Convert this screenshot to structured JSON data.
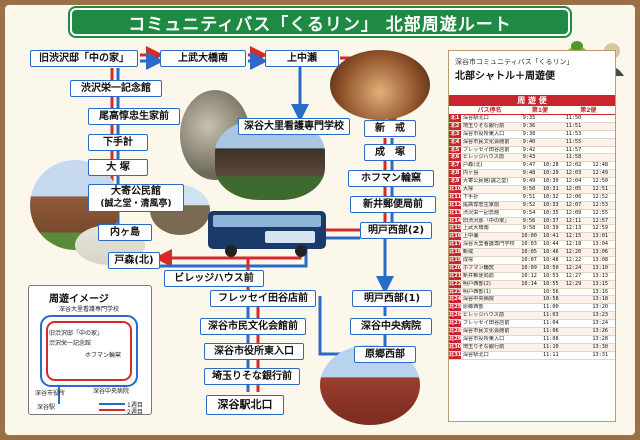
{
  "title": "コミュニティバス「くるリン」 北部周遊ルート",
  "stops": {
    "naka_no_ie": "旧渋沢邸「中の家」",
    "kamimusashi": "上武大橋南",
    "kaminakase": "上中瀬",
    "eiichi_kinenkan": "渋沢栄一記念館",
    "odaka_seika": "尾高惇忠生家前",
    "shimo_tebaka": "下手計",
    "otsuka": "大 塚",
    "oyori": "大寄公民館\n(誠之堂・清風亭)",
    "oyori_l1": "大寄公民館",
    "oyori_l2": "(誠之堂・清風亭)",
    "uchigashima": "内ヶ島",
    "tomori_kita": "戸森(北)",
    "village_house": "ビレッジハウス前",
    "kango": "深谷大里看護専門学校",
    "shinkai": "新　戒",
    "seito": "成　塚",
    "hoffman": "ホフマン輪窯",
    "niiarai_post": "新井郵便局前",
    "meido_nishi2": "明戸西部(2)",
    "meido_nishi1": "明戸西部(1)",
    "fressay": "フレッセイ田谷店前",
    "bunka_kaikan": "深谷市民文化会館前",
    "shiyakusho": "深谷市役所東入口",
    "saitama_resona": "埼玉りそな銀行前",
    "fukaya_kita": "深谷駅北口",
    "fukaya_chuo": "深谷中央病院",
    "harago": "原郷西部"
  },
  "legend": {
    "title": "周遊イメージ",
    "kango": "深谷大里看護専門学校",
    "naka": "旧渋沢邸「中の家」",
    "kinen": "渋沢栄一記念館",
    "hoffman": "ホフマン輪窯",
    "shiyakusho": "深谷市役所",
    "byoin": "深谷中央病院",
    "eki": "深谷駅",
    "bin1": "1週目",
    "bin2": "2週目"
  },
  "timetable": {
    "subtitle": "深谷市コミュニティバス「くるリン」",
    "heading": "北部シャトル＋周遊便",
    "bar": "周 遊 便",
    "col_stop": "バス停名",
    "col_first": "第1便",
    "col_second": "第2便",
    "rows": [
      {
        "n": "北1",
        "name": "深谷駅北口",
        "a": "9:35",
        "b": "",
        "c": "11:50",
        "d": ""
      },
      {
        "n": "北2",
        "name": "埼玉りそな銀行前",
        "a": "9:36",
        "b": "",
        "c": "11:51",
        "d": ""
      },
      {
        "n": "北3",
        "name": "深谷市役所東入口",
        "a": "9:38",
        "b": "",
        "c": "11:53",
        "d": ""
      },
      {
        "n": "北4",
        "name": "深谷市民文化会館前",
        "a": "9:40",
        "b": "",
        "c": "11:55",
        "d": ""
      },
      {
        "n": "北5",
        "name": "フレッセイ田谷店前",
        "a": "9:42",
        "b": "",
        "c": "11:57",
        "d": ""
      },
      {
        "n": "北6",
        "name": "ビレッジハウス前",
        "a": "9:43",
        "b": "",
        "c": "11:58",
        "d": ""
      },
      {
        "n": "北7",
        "name": "戸森(北)",
        "a": "9:47",
        "b": "10:28",
        "c": "12:02",
        "d": "12:48"
      },
      {
        "n": "北8",
        "name": "内ヶ島",
        "a": "9:48",
        "b": "10:29",
        "c": "12:03",
        "d": "12:49"
      },
      {
        "n": "北9",
        "name": "大寄公民館(誠之堂)",
        "a": "9:49",
        "b": "10:30",
        "c": "12:04",
        "d": "12:50"
      },
      {
        "n": "北10",
        "name": "大塚",
        "a": "9:50",
        "b": "10:31",
        "c": "12:05",
        "d": "12:51"
      },
      {
        "n": "北11",
        "name": "下手計",
        "a": "9:51",
        "b": "10:32",
        "c": "12:06",
        "d": "12:52"
      },
      {
        "n": "北12",
        "name": "尾高惇忠生家前",
        "a": "9:52",
        "b": "10:33",
        "c": "12:07",
        "d": "12:53"
      },
      {
        "n": "北13",
        "name": "渋沢栄一記念館",
        "a": "9:54",
        "b": "10:35",
        "c": "12:09",
        "d": "12:55"
      },
      {
        "n": "北14",
        "name": "旧渋沢邸「中の家」",
        "a": "9:56",
        "b": "10:37",
        "c": "12:11",
        "d": "12:57"
      },
      {
        "n": "北15",
        "name": "上武大橋南",
        "a": "9:58",
        "b": "10:39",
        "c": "12:13",
        "d": "12:59"
      },
      {
        "n": "北16",
        "name": "上中瀬",
        "a": "10:00",
        "b": "10:41",
        "c": "12:15",
        "d": "13:01"
      },
      {
        "n": "北17",
        "name": "深谷大里看護専門学校",
        "a": "10:03",
        "b": "10:44",
        "c": "12:18",
        "d": "13:04"
      },
      {
        "n": "北18",
        "name": "新戒",
        "a": "10:05",
        "b": "10:46",
        "c": "12:20",
        "d": "13:06"
      },
      {
        "n": "北19",
        "name": "成塚",
        "a": "10:07",
        "b": "10:48",
        "c": "12:22",
        "d": "13:08"
      },
      {
        "n": "北20",
        "name": "ホフマン輪窯",
        "a": "10:09",
        "b": "10:50",
        "c": "12:24",
        "d": "13:10"
      },
      {
        "n": "北21",
        "name": "新井郵便局前",
        "a": "10:12",
        "b": "10:53",
        "c": "12:27",
        "d": "13:13"
      },
      {
        "n": "北22",
        "name": "明戸西部(2)",
        "a": "10:14",
        "b": "10:55",
        "c": "12:29",
        "d": "13:15"
      },
      {
        "n": "北23",
        "name": "明戸西部(1)",
        "a": "",
        "b": "10:56",
        "c": "",
        "d": "13:16"
      },
      {
        "n": "北24",
        "name": "深谷中央病院",
        "a": "",
        "b": "10:58",
        "c": "",
        "d": "13:18"
      },
      {
        "n": "北25",
        "name": "原郷西部",
        "a": "",
        "b": "11:00",
        "c": "",
        "d": "13:20"
      },
      {
        "n": "北26",
        "name": "ビレッジハウス前",
        "a": "",
        "b": "11:03",
        "c": "",
        "d": "13:23"
      },
      {
        "n": "北27",
        "name": "フレッセイ田谷店前",
        "a": "",
        "b": "11:04",
        "c": "",
        "d": "13:24"
      },
      {
        "n": "北28",
        "name": "深谷市民文化会館前",
        "a": "",
        "b": "11:06",
        "c": "",
        "d": "13:26"
      },
      {
        "n": "北29",
        "name": "深谷市役所東入口",
        "a": "",
        "b": "11:08",
        "c": "",
        "d": "13:28"
      },
      {
        "n": "北30",
        "name": "埼玉りそな銀行前",
        "a": "",
        "b": "11:10",
        "c": "",
        "d": "13:30"
      },
      {
        "n": "北31",
        "name": "深谷駅北口",
        "a": "",
        "b": "11:11",
        "c": "",
        "d": "13:31"
      }
    ]
  },
  "colors": {
    "blue": "#2a6ac8",
    "red": "#d42a2a",
    "green": "#1f8a44"
  }
}
